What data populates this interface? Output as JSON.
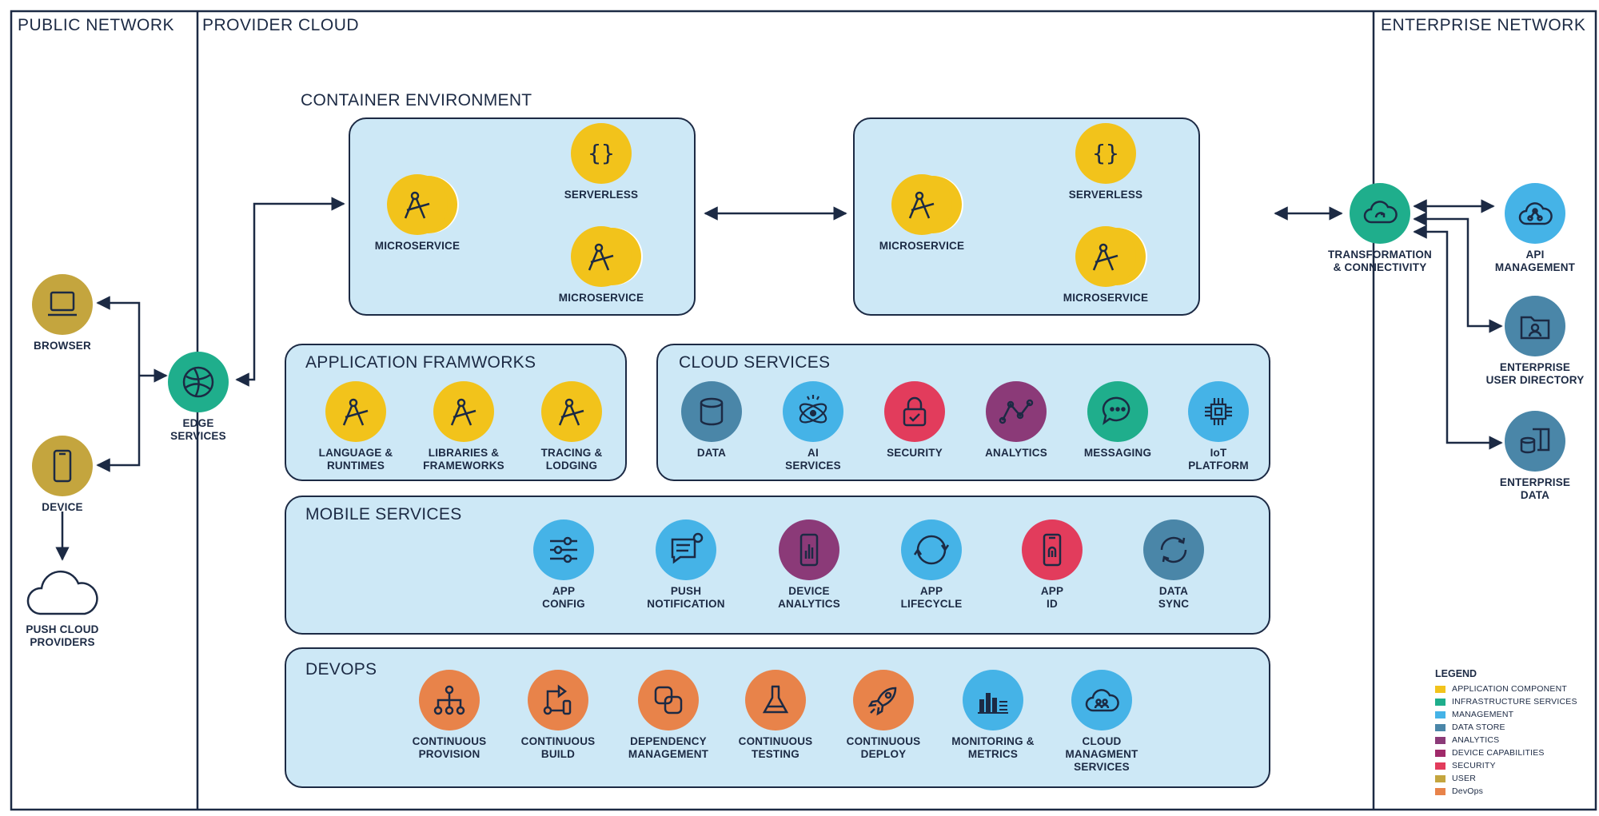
{
  "zones": {
    "public": "PUBLIC NETWORK",
    "provider": "PROVIDER CLOUD",
    "enterprise": "ENTERPRISE NETWORK"
  },
  "user_nodes": {
    "browser": "BROWSER",
    "device": "DEVICE",
    "push_cloud": "PUSH CLOUD\nPROVIDERS",
    "edge": "EDGE\nSERVICES"
  },
  "container": {
    "title": "CONTAINER ENVIRONMENT",
    "left": {
      "microservice_main": "MICROSERVICE",
      "serverless": "SERVERLESS",
      "microservice_sub": "MICROSERVICE"
    },
    "right": {
      "microservice_main": "MICROSERVICE",
      "serverless": "SERVERLESS",
      "microservice_sub": "MICROSERVICE"
    }
  },
  "app_frameworks": {
    "title": "APPLICATION FRAMWORKS",
    "items": [
      "LANGUAGE &\nRUNTIMES",
      "LIBRARIES &\nFRAMEWORKS",
      "TRACING &\nLODGING"
    ]
  },
  "cloud_services": {
    "title": "CLOUD SERVICES",
    "items": [
      "DATA",
      "AI\nSERVICES",
      "SECURITY",
      "ANALYTICS",
      "MESSAGING",
      "IoT\nPLATFORM"
    ]
  },
  "mobile_services": {
    "title": "MOBILE SERVICES",
    "items": [
      "APP\nCONFIG",
      "PUSH\nNOTIFICATION",
      "DEVICE\nANALYTICS",
      "APP\nLIFECYCLE",
      "APP\nID",
      "DATA\nSYNC"
    ]
  },
  "devops": {
    "title": "DEVOPS",
    "items": [
      "CONTINUOUS\nPROVISION",
      "CONTINUOUS\nBUILD",
      "DEPENDENCY\nMANAGEMENT",
      "CONTINUOUS\nTESTING",
      "CONTINUOUS\nDEPLOY",
      "MONITORING &\nMETRICS",
      "CLOUD\nMANAGMENT\nSERVICES"
    ]
  },
  "enterprise": {
    "transformation": "TRANSFORMATION\n& CONNECTIVITY",
    "api": "API\nMANAGEMENT",
    "user_directory": "ENTERPRISE\nUSER DIRECTORY",
    "data": "ENTERPRISE\nDATA"
  },
  "legend": {
    "title": "LEGEND",
    "items": [
      {
        "label": "APPLICATION COMPONENT",
        "color": "#f2c31b"
      },
      {
        "label": "INFRASTRUCTURE SERVICES",
        "color": "#1fae8c"
      },
      {
        "label": "MANAGEMENT",
        "color": "#45b3e7"
      },
      {
        "label": "DATA STORE",
        "color": "#4a86a8"
      },
      {
        "label": "ANALYTICS",
        "color": "#8b3a78"
      },
      {
        "label": "DEVICE CAPABILITIES",
        "color": "#a02a6a"
      },
      {
        "label": "SECURITY",
        "color": "#e23c5c"
      },
      {
        "label": "USER",
        "color": "#c4a53e"
      },
      {
        "label": "DevOps",
        "color": "#e8834a"
      }
    ]
  }
}
